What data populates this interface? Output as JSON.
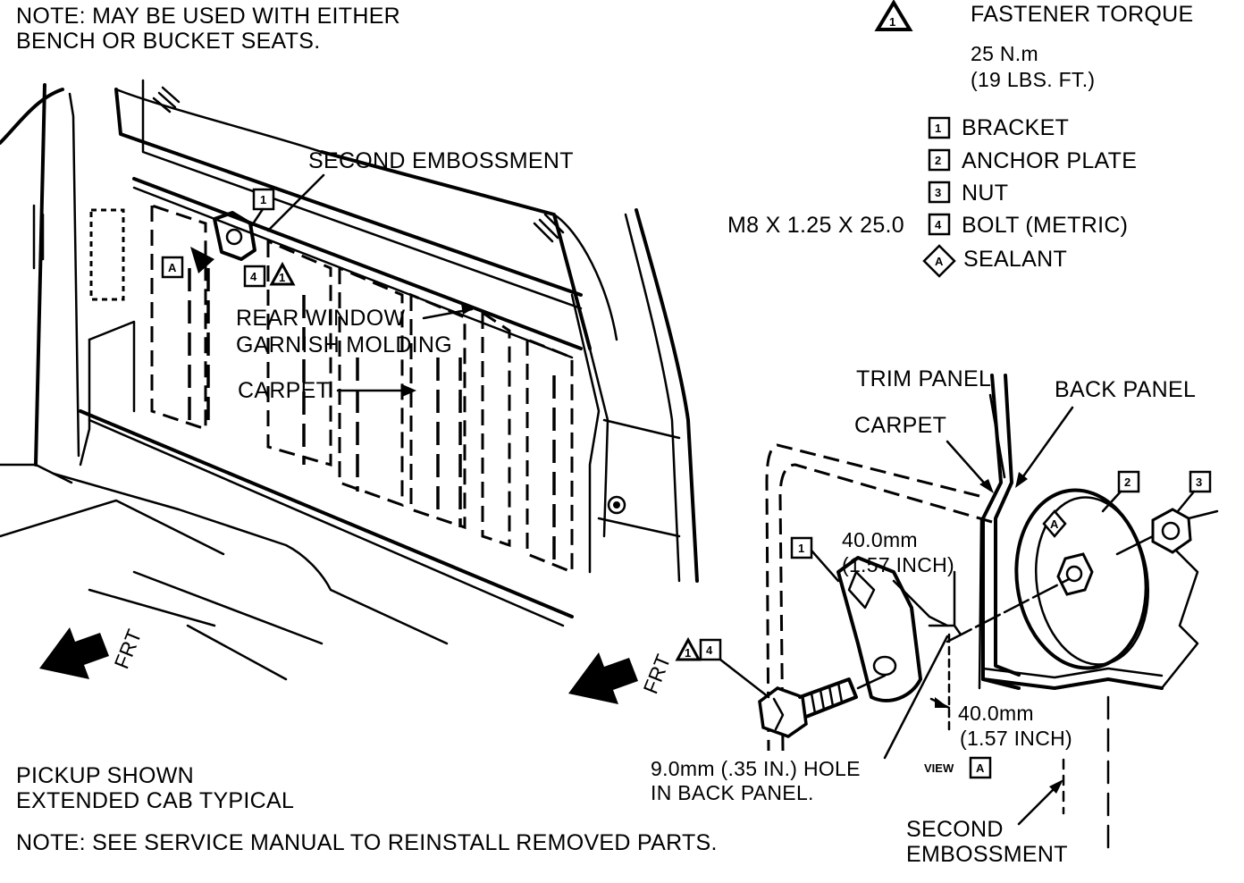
{
  "notes": {
    "seats_line1": "NOTE:  MAY BE USED WITH EITHER",
    "seats_line2": "BENCH OR BUCKET SEATS.",
    "pickup_line1": "PICKUP SHOWN",
    "pickup_line2": "EXTENDED CAB TYPICAL",
    "reinstall": "NOTE:  SEE SERVICE MANUAL TO REINSTALL REMOVED PARTS."
  },
  "torque": {
    "symbol": "1",
    "title": "FASTENER TORQUE",
    "value": "25 N.m",
    "value_imperial": "(19 LBS. FT.)"
  },
  "legend": {
    "bolt_spec": "M8 X 1.25 X 25.0",
    "items": [
      {
        "key": "1",
        "label": "BRACKET"
      },
      {
        "key": "2",
        "label": "ANCHOR PLATE"
      },
      {
        "key": "3",
        "label": "NUT"
      },
      {
        "key": "4",
        "label": "BOLT (METRIC)"
      },
      {
        "key": "A",
        "label": "SEALANT"
      }
    ]
  },
  "left_view": {
    "second_embossment": "SECOND EMBOSSMENT",
    "rear_window_1": "REAR WINDOW",
    "rear_window_2": "GARNISH MOLDING",
    "carpet": "CARPET",
    "frt": "FRT",
    "callout_1": "1",
    "callout_4": "4",
    "callout_a": "A",
    "torque_mark": "1"
  },
  "right_view": {
    "trim_panel": "TRIM PANEL",
    "back_panel": "BACK PANEL",
    "carpet": "CARPET",
    "dim_top_1": "40.0mm",
    "dim_top_2": "(1.57 INCH)",
    "dim_bottom_1": "40.0mm",
    "dim_bottom_2": "(1.57 INCH)",
    "hole_1": "9.0mm (.35 IN.) HOLE",
    "hole_2": "IN BACK PANEL.",
    "view_label": "VIEW",
    "view_key": "A",
    "second_embossment_1": "SECOND",
    "second_embossment_2": "EMBOSSMENT",
    "frt": "FRT",
    "callout_1": "1",
    "callout_2": "2",
    "callout_3": "3",
    "callout_4": "4",
    "callout_a": "A",
    "torque_mark": "1"
  }
}
